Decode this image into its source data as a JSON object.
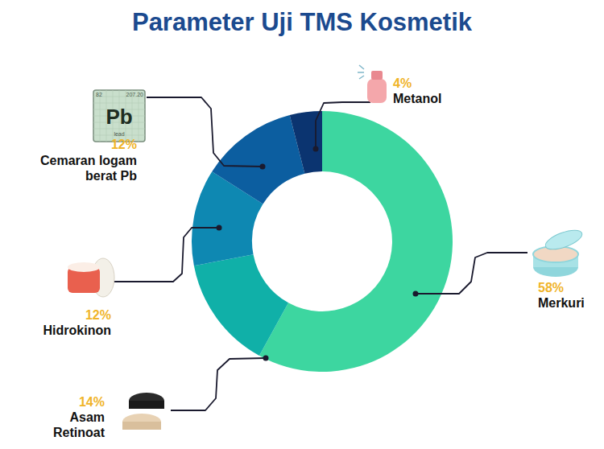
{
  "diagram": {
    "title": "Parameter Uji TMS Kosmetik",
    "labels": [
      "Pb",
      "82",
      "207.20",
      "lead",
      "12%",
      "Cemaran logam berat Pb",
      "4%",
      "Metanol",
      "58%",
      "Merkuri",
      "14%",
      "Asam Retinoat",
      "12%",
      "Hidrokinon"
    ]
  }
}
